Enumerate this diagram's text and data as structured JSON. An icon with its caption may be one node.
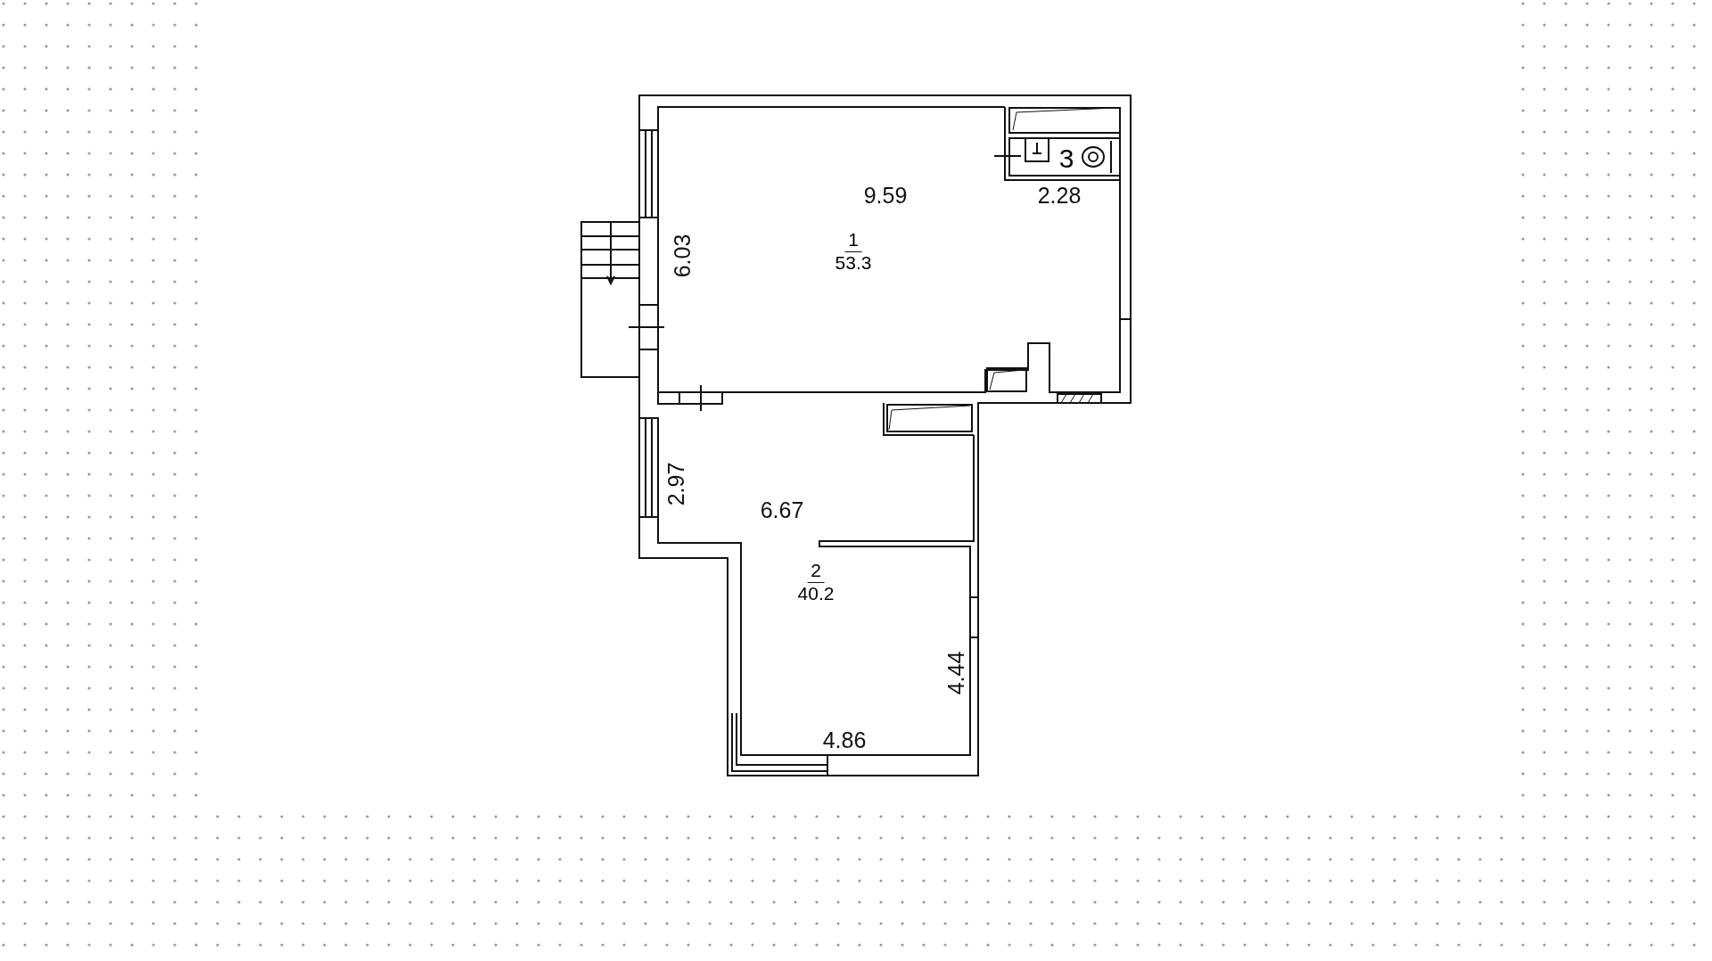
{
  "diagram": {
    "nodes": [
      {
        "text": [
          "1",
          "53.3"
        ]
      },
      {
        "text": [
          "3"
        ]
      },
      {
        "text": [
          "2",
          "40.2"
        ]
      }
    ],
    "labels": [
      "9.59",
      "2.28",
      "6.03",
      "2.97",
      "6.67",
      "4.44",
      "4.86"
    ]
  }
}
